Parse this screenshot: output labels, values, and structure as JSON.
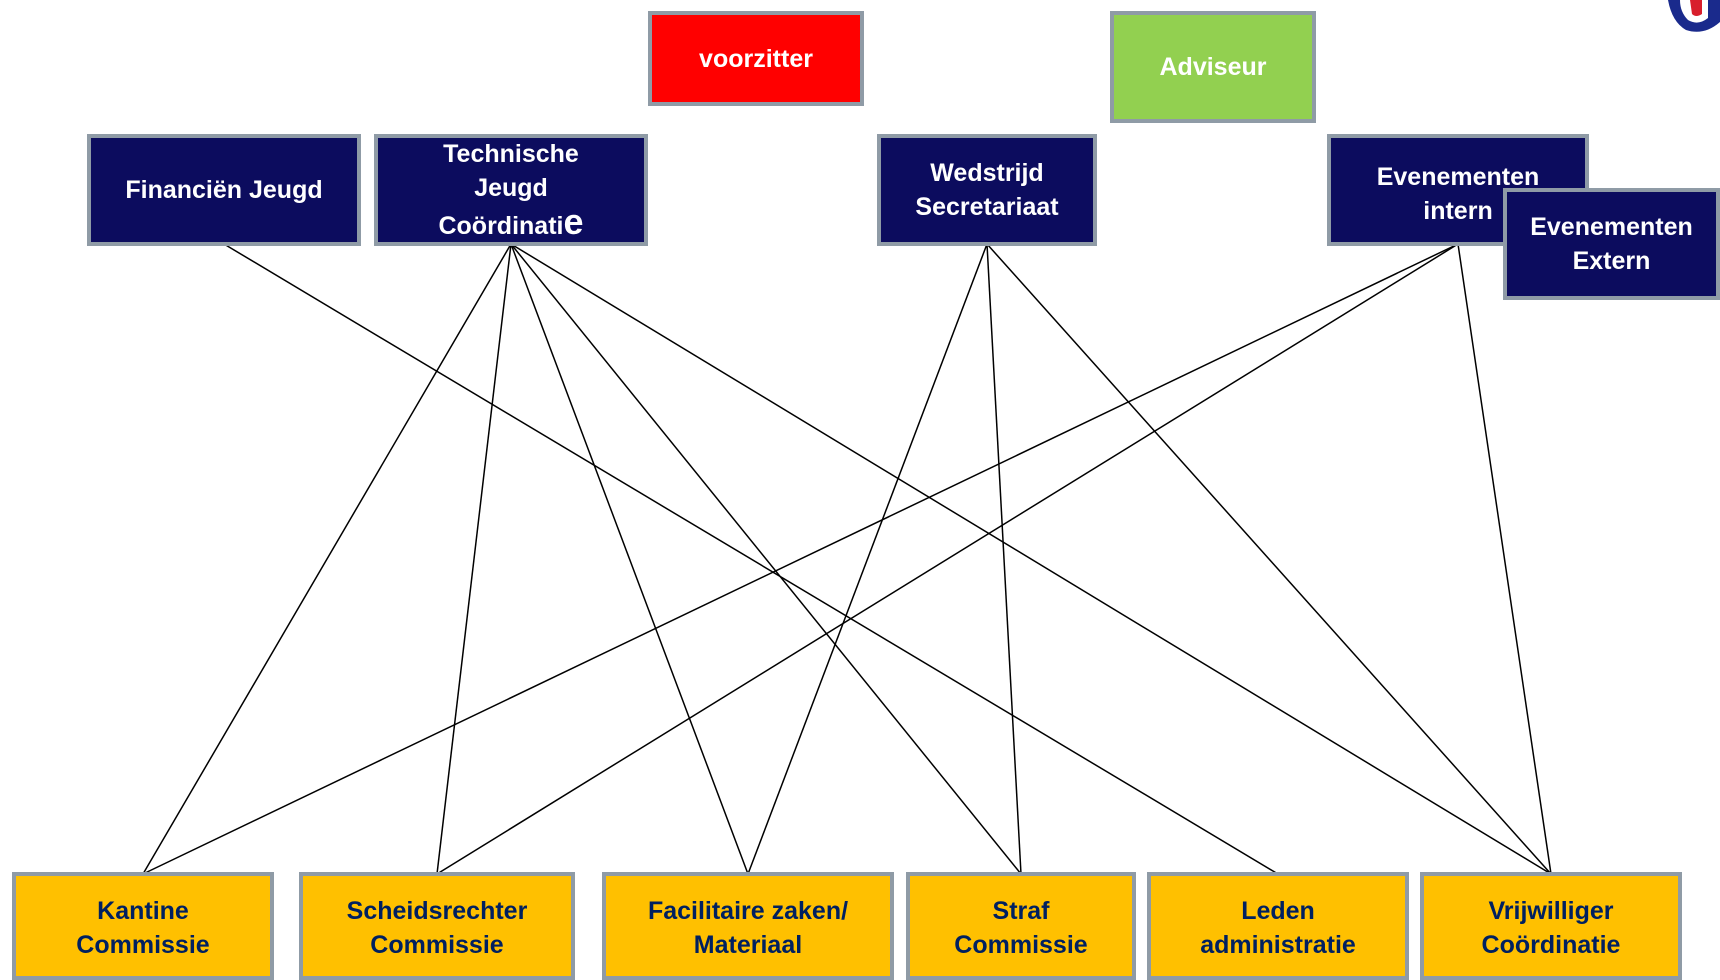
{
  "top": {
    "voorzitter": "voorzitter",
    "adviseur": "Adviseur",
    "financien": "Financiën Jeugd",
    "technische_1": "Technische",
    "technische_2": "Jeugd",
    "technische_3": "Coördinati",
    "technische_3b": "e",
    "wedstrijd_1": "Wedstrijd",
    "wedstrijd_2": "Secretariaat",
    "ev_intern_1": "Evenementen",
    "ev_intern_2": "intern",
    "ev_extern_1": "Evenementen",
    "ev_extern_2": "Extern"
  },
  "bottom": {
    "kantine_1": "Kantine",
    "kantine_2": "Commissie",
    "scheids_1": "Scheidsrechter",
    "scheids_2": "Commissie",
    "facilitair_1": "Facilitaire zaken/",
    "facilitair_2": "Materiaal",
    "straf_1": "Straf",
    "straf_2": "Commissie",
    "leden_1": "Leden",
    "leden_2": "administratie",
    "vrijwilliger_1": "Vrijwilliger",
    "vrijwilliger_2": "Coördinatie"
  },
  "connections": [
    [
      "financien",
      "leden"
    ],
    [
      "technische",
      "kantine"
    ],
    [
      "technische",
      "scheids"
    ],
    [
      "technische",
      "facilitair"
    ],
    [
      "technische",
      "straf"
    ],
    [
      "technische",
      "vrijwilliger"
    ],
    [
      "wedstrijd",
      "facilitair"
    ],
    [
      "wedstrijd",
      "straf"
    ],
    [
      "wedstrijd",
      "vrijwilliger"
    ],
    [
      "ev_intern",
      "kantine"
    ],
    [
      "ev_intern",
      "scheids"
    ],
    [
      "ev_intern",
      "vrijwilliger"
    ]
  ],
  "logo": "shield-logo-icon"
}
